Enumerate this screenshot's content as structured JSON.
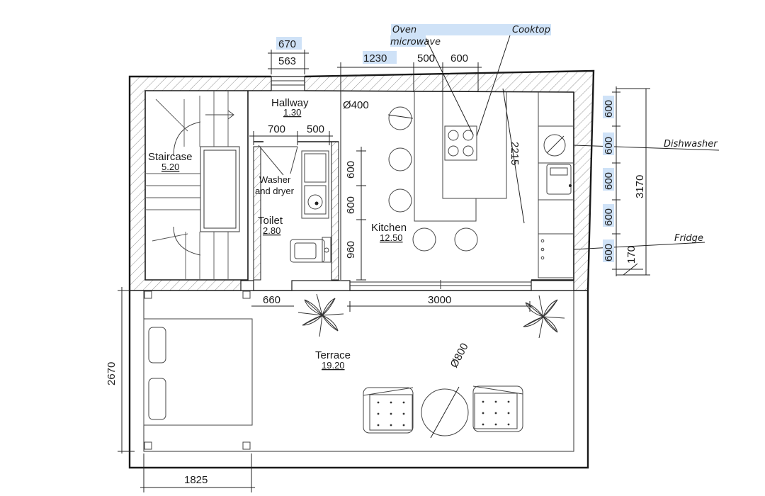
{
  "rooms": {
    "hallway": {
      "name": "Hallway",
      "area": "1.30"
    },
    "staircase": {
      "name": "Staircase",
      "area": "5.20"
    },
    "toilet": {
      "name": "Toilet",
      "area": "2.80"
    },
    "kitchen": {
      "name": "Kitchen",
      "area": "12.50"
    },
    "terrace": {
      "name": "Terrace",
      "area": "19.20"
    }
  },
  "fixtures": {
    "washer": "Washer",
    "washer2": "and dryer"
  },
  "callouts": {
    "oven": "Oven",
    "microwave": "microwave",
    "cooktop": "Cooktop",
    "dishwasher": "Dishwasher",
    "fridge": "Fridge"
  },
  "dimensions": {
    "window_outer": "670",
    "window_inner": "563",
    "k1": "1230",
    "k2": "500",
    "k3": "600",
    "lamp": "Ø400",
    "h700": "700",
    "h500": "500",
    "island": "2215",
    "r1": "600",
    "r2": "600",
    "r3": "600",
    "r4": "600",
    "r5": "600",
    "total": "3170",
    "d170": "170",
    "t600a": "600",
    "t600b": "600",
    "t960": "960",
    "d660": "660",
    "d3000": "3000",
    "terrace_depth": "2670",
    "table": "Ø800",
    "bed_width": "1825"
  }
}
